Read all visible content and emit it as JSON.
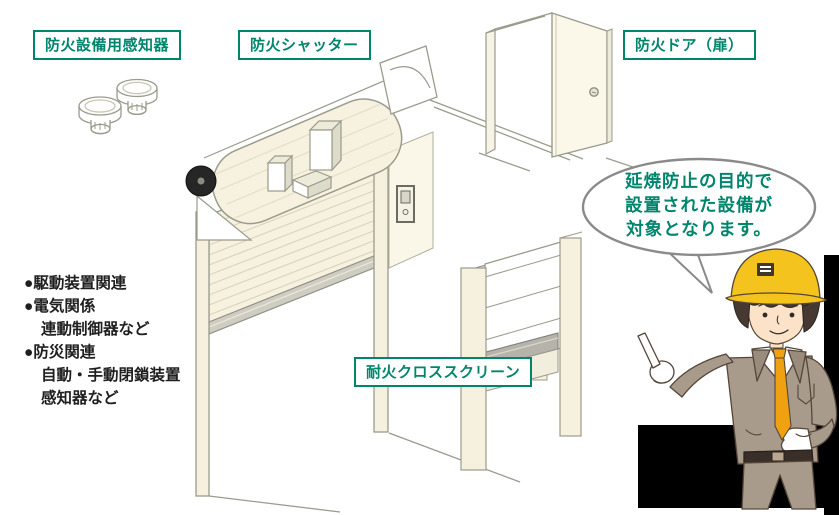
{
  "labels": {
    "detector": "防火設備用感知器",
    "shutter": "防火シャッター",
    "door": "防火ドア（扉）",
    "screen": "耐火クロススクリーン"
  },
  "notes": {
    "lines": [
      "●駆動装置関連",
      "●電気関係",
      "連動制御器など",
      "●防災関連",
      "自動・手動閉鎖装置",
      "感知器など"
    ]
  },
  "speech_bubble": {
    "lines": [
      "延焼防止の目的で",
      "設置された設備が",
      "対象となります。"
    ]
  },
  "illustrations": [
    "fire-detectors",
    "fire-shutter",
    "fire-door",
    "fireproof-cloth-screen",
    "worker-character"
  ],
  "colors": {
    "accent_teal": "#00856d",
    "line_gray": "#9b9b8d",
    "cream": "#f6f2df",
    "helmet_yellow": "#f5c31d",
    "tie_orange": "#f0a112",
    "suit_taupe": "#a89b8b",
    "backdrop_black": "#000000"
  }
}
